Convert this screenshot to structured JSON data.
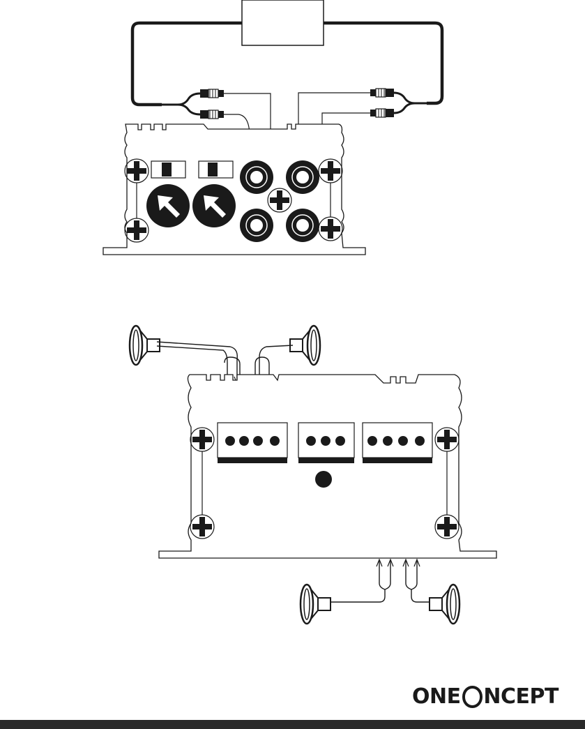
{
  "brand": {
    "name_part1": "ONE",
    "name_part2": "NCEPT",
    "logo_icon": "concentric-c-ring"
  },
  "colors": {
    "ink": "#1a1a1a",
    "paper": "#ffffff",
    "bar": "#2a2a2a"
  },
  "diagram_parts": {
    "top_amplifier": {
      "switches": 2,
      "gain_knobs": 2,
      "rca_jacks": 4,
      "mount_screws": 4
    },
    "bottom_amplifier": {
      "terminal_blocks": [
        4,
        3,
        4
      ],
      "mount_screws": 4,
      "led": 1
    },
    "speakers": 4,
    "head_unit": 1
  }
}
